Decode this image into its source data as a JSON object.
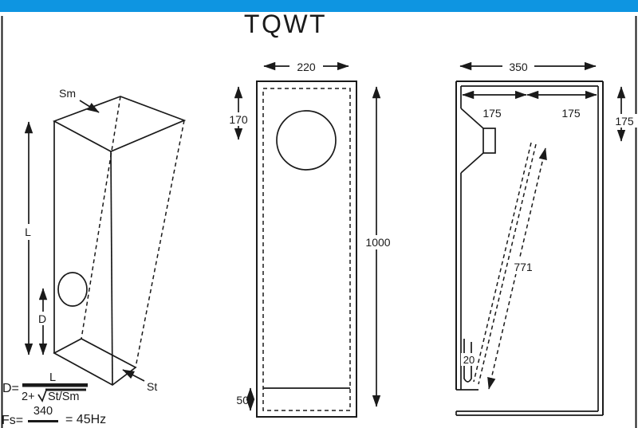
{
  "title": "TQWT",
  "colors": {
    "accent_bar": "#0e95e1",
    "ink": "#1a1a1a"
  },
  "perspective_view": {
    "mouth_label": "Sm",
    "length_label": "L",
    "driver_height_label": "D",
    "throat_label": "St"
  },
  "formulas": {
    "taper": {
      "lhs": "D=",
      "numerator": "L",
      "denominator_prefix": "2+",
      "radicand": "St/Sm"
    },
    "frequency": {
      "lhs": "Fs=",
      "numerator": "340",
      "result": "= 45Hz"
    }
  },
  "front_view": {
    "width_mm": "220",
    "driver_offset_mm": "170",
    "height_mm": "1000",
    "port_height_mm": "50"
  },
  "side_view": {
    "depth_mm": "350",
    "left_half_mm": "175",
    "right_half_mm": "175",
    "top_inset_mm": "175",
    "line_length_mm": "771",
    "throat_gap_mm": "20"
  }
}
